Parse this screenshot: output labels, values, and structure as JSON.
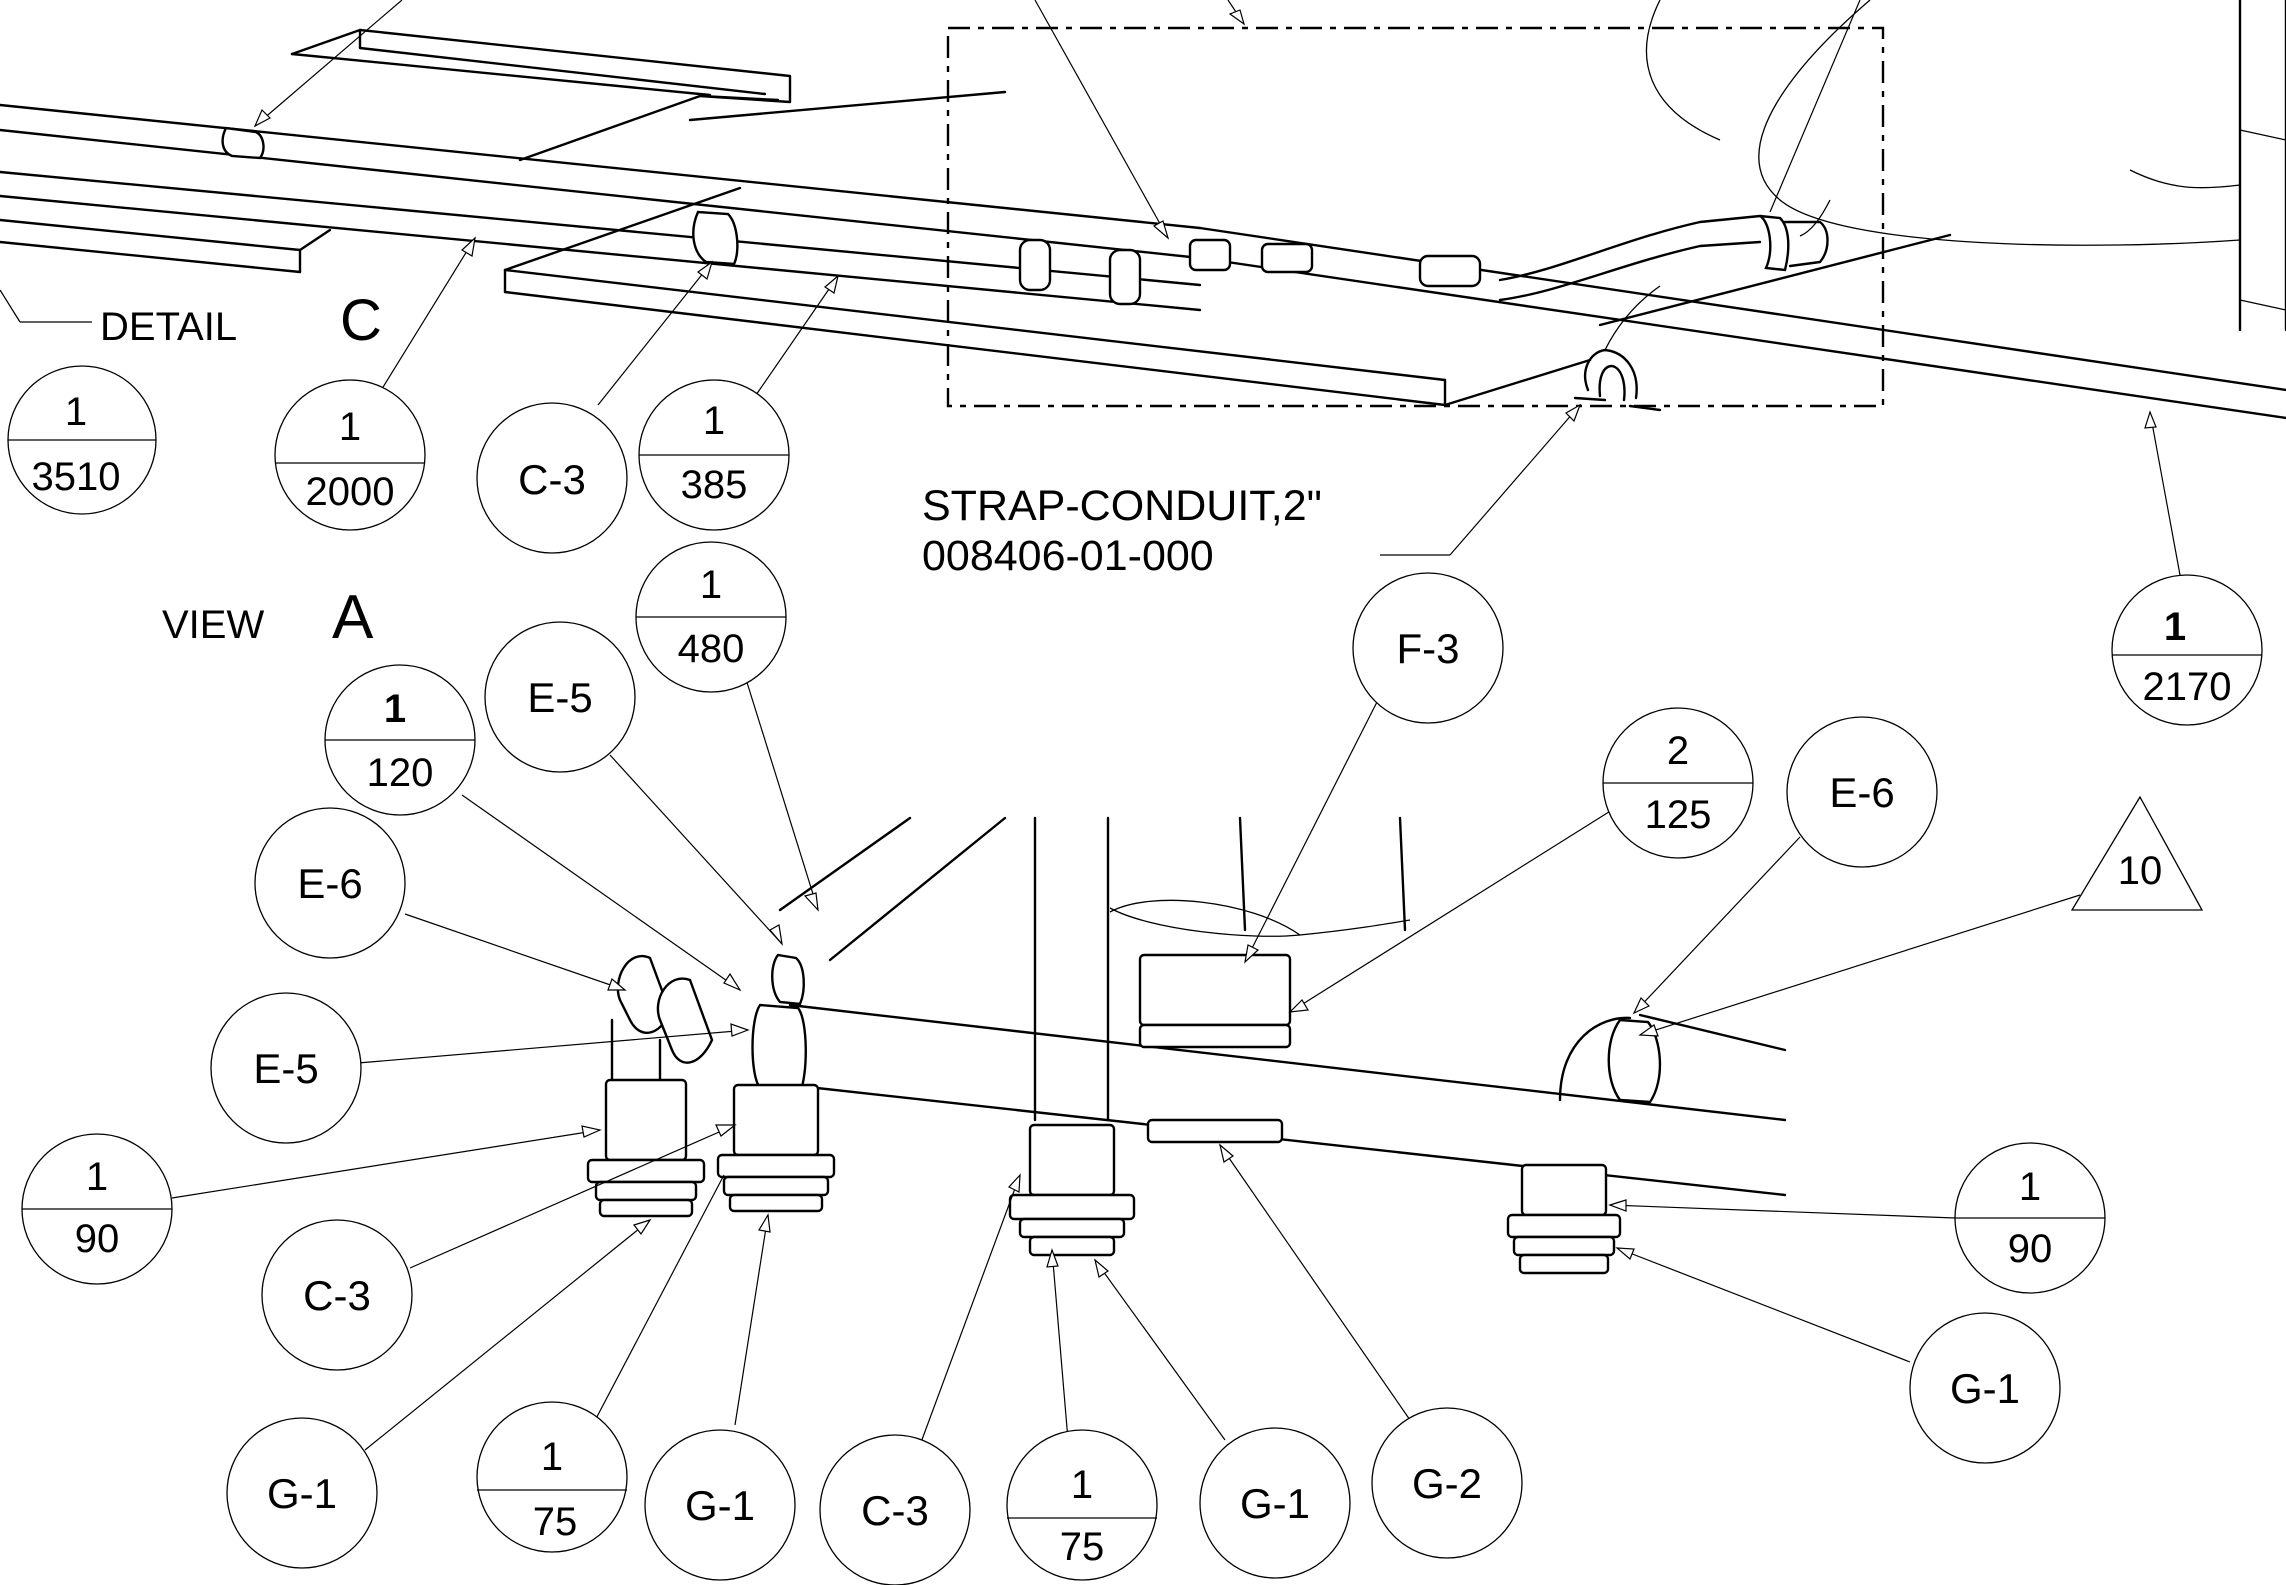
{
  "labels": {
    "detail": "DETAIL",
    "detail_letter": "C",
    "view": "VIEW",
    "view_letter": "A",
    "strap_line1": "STRAP-CONDUIT,2\"",
    "strap_line2": "008406-01-000"
  },
  "bubbles": {
    "b3510": {
      "top": "1",
      "bottom": "3510"
    },
    "b2000": {
      "top": "1",
      "bottom": "2000"
    },
    "c3_top": "C-3",
    "b385": {
      "top": "1",
      "bottom": "385"
    },
    "b2170": {
      "top": "1",
      "bottom": "2170"
    },
    "b480": {
      "top": "1",
      "bottom": "480"
    },
    "e5_upper": "E-5",
    "b120": {
      "top": "1",
      "bottom": "120"
    },
    "e6_left": "E-6",
    "e5_left": "E-5",
    "b90_left": {
      "top": "1",
      "bottom": "90"
    },
    "c3_left": "C-3",
    "g1_a": "G-1",
    "b75_a": {
      "top": "1",
      "bottom": "75"
    },
    "g1_b": "G-1",
    "c3_bottom": "C-3",
    "b75_b": {
      "top": "1",
      "bottom": "75"
    },
    "g1_c": "G-1",
    "g2": "G-2",
    "f3": "F-3",
    "b125": {
      "top": "2",
      "bottom": "125"
    },
    "e6_right": "E-6",
    "tri10": "10",
    "b90_right": {
      "top": "1",
      "bottom": "90"
    },
    "g1_right": "G-1"
  }
}
